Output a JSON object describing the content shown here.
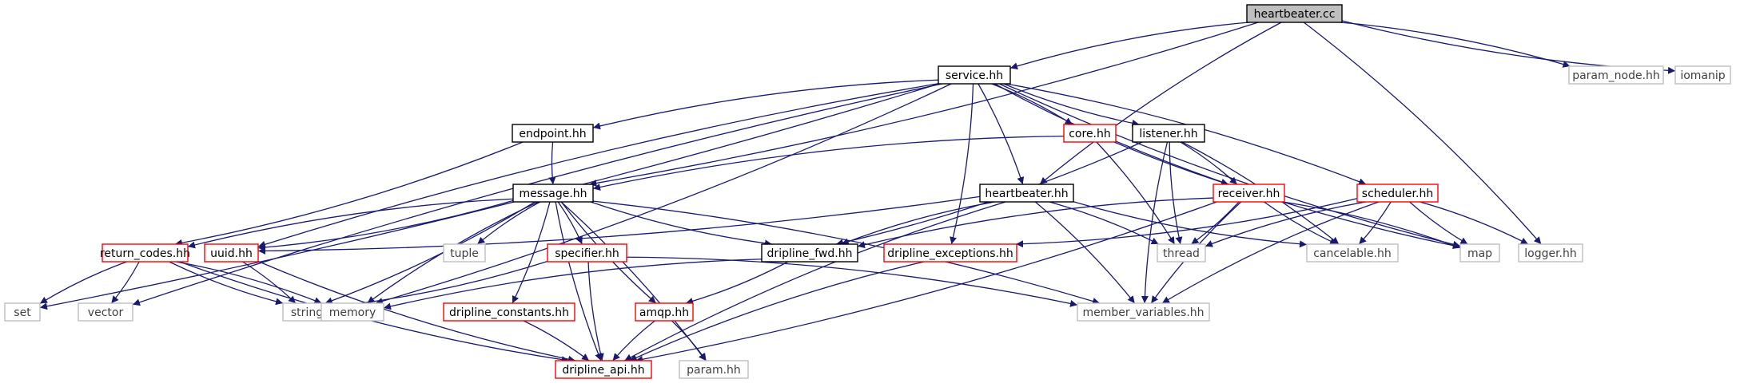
{
  "graph_title": "heartbeater.cc",
  "legend_colors": {
    "edge": "#191970",
    "root_fill": "#bfbfbf",
    "documented_border": "#000000",
    "truncated_border": "#ff0000",
    "system_border": "#bfbfbf",
    "system_text": "#3f3f3f"
  },
  "nodes": [
    {
      "id": "heartbeater_cc",
      "label": "heartbeater.cc",
      "kind": "root"
    },
    {
      "id": "service",
      "label": "service.hh",
      "kind": "documented"
    },
    {
      "id": "param_node",
      "label": "param_node.hh",
      "kind": "system"
    },
    {
      "id": "iomanip",
      "label": "iomanip",
      "kind": "system"
    },
    {
      "id": "endpoint",
      "label": "endpoint.hh",
      "kind": "documented"
    },
    {
      "id": "core",
      "label": "core.hh",
      "kind": "truncated"
    },
    {
      "id": "listener",
      "label": "listener.hh",
      "kind": "documented"
    },
    {
      "id": "message",
      "label": "message.hh",
      "kind": "documented"
    },
    {
      "id": "heartbeater_hh",
      "label": "heartbeater.hh",
      "kind": "documented"
    },
    {
      "id": "receiver",
      "label": "receiver.hh",
      "kind": "truncated"
    },
    {
      "id": "scheduler",
      "label": "scheduler.hh",
      "kind": "truncated"
    },
    {
      "id": "return_codes",
      "label": "return_codes.hh",
      "kind": "truncated"
    },
    {
      "id": "uuid",
      "label": "uuid.hh",
      "kind": "truncated"
    },
    {
      "id": "tuple",
      "label": "tuple",
      "kind": "system"
    },
    {
      "id": "specifier",
      "label": "specifier.hh",
      "kind": "truncated"
    },
    {
      "id": "dripline_fwd",
      "label": "dripline_fwd.hh",
      "kind": "documented"
    },
    {
      "id": "dripline_exceptions",
      "label": "dripline_exceptions.hh",
      "kind": "truncated"
    },
    {
      "id": "thread",
      "label": "thread",
      "kind": "system"
    },
    {
      "id": "cancelable",
      "label": "cancelable.hh",
      "kind": "system"
    },
    {
      "id": "map",
      "label": "map",
      "kind": "system"
    },
    {
      "id": "logger",
      "label": "logger.hh",
      "kind": "system"
    },
    {
      "id": "set",
      "label": "set",
      "kind": "system"
    },
    {
      "id": "vector",
      "label": "vector",
      "kind": "system"
    },
    {
      "id": "string",
      "label": "string",
      "kind": "system"
    },
    {
      "id": "memory",
      "label": "memory",
      "kind": "system"
    },
    {
      "id": "dripline_constants",
      "label": "dripline_constants.hh",
      "kind": "truncated"
    },
    {
      "id": "amqp",
      "label": "amqp.hh",
      "kind": "truncated"
    },
    {
      "id": "member_variables",
      "label": "member_variables.hh",
      "kind": "system"
    },
    {
      "id": "dripline_api",
      "label": "dripline_api.hh",
      "kind": "truncated"
    },
    {
      "id": "param",
      "label": "param.hh",
      "kind": "system"
    }
  ],
  "edges": [
    [
      "heartbeater_cc",
      "service"
    ],
    [
      "heartbeater_cc",
      "param_node"
    ],
    [
      "heartbeater_cc",
      "iomanip"
    ],
    [
      "heartbeater_cc",
      "message"
    ],
    [
      "heartbeater_cc",
      "heartbeater_hh"
    ],
    [
      "heartbeater_cc",
      "logger"
    ],
    [
      "service",
      "endpoint"
    ],
    [
      "service",
      "core"
    ],
    [
      "service",
      "listener"
    ],
    [
      "service",
      "heartbeater_hh"
    ],
    [
      "service",
      "receiver"
    ],
    [
      "service",
      "scheduler"
    ],
    [
      "service",
      "uuid"
    ],
    [
      "service",
      "dripline_exceptions"
    ],
    [
      "service",
      "map"
    ],
    [
      "service",
      "set"
    ],
    [
      "service",
      "vector"
    ],
    [
      "service",
      "memory"
    ],
    [
      "endpoint",
      "message"
    ],
    [
      "endpoint",
      "return_codes"
    ],
    [
      "core",
      "message"
    ],
    [
      "core",
      "thread"
    ],
    [
      "core",
      "map"
    ],
    [
      "listener",
      "receiver"
    ],
    [
      "listener",
      "thread"
    ],
    [
      "listener",
      "cancelable"
    ],
    [
      "listener",
      "member_variables"
    ],
    [
      "listener",
      "dripline_fwd"
    ],
    [
      "message",
      "return_codes"
    ],
    [
      "message",
      "uuid"
    ],
    [
      "message",
      "tuple"
    ],
    [
      "message",
      "specifier"
    ],
    [
      "message",
      "dripline_fwd"
    ],
    [
      "message",
      "dripline_constants"
    ],
    [
      "message",
      "amqp"
    ],
    [
      "message",
      "string"
    ],
    [
      "message",
      "memory"
    ],
    [
      "message",
      "member_variables"
    ],
    [
      "message",
      "dripline_api"
    ],
    [
      "message",
      "param"
    ],
    [
      "heartbeater_hh",
      "dripline_fwd"
    ],
    [
      "heartbeater_hh",
      "thread"
    ],
    [
      "heartbeater_hh",
      "cancelable"
    ],
    [
      "heartbeater_hh",
      "member_variables"
    ],
    [
      "heartbeater_hh",
      "dripline_api"
    ],
    [
      "heartbeater_hh",
      "uuid"
    ],
    [
      "receiver",
      "dripline_fwd"
    ],
    [
      "receiver",
      "thread"
    ],
    [
      "receiver",
      "cancelable"
    ],
    [
      "receiver",
      "map"
    ],
    [
      "receiver",
      "member_variables"
    ],
    [
      "receiver",
      "dripline_api"
    ],
    [
      "scheduler",
      "thread"
    ],
    [
      "scheduler",
      "cancelable"
    ],
    [
      "scheduler",
      "map"
    ],
    [
      "scheduler",
      "logger"
    ],
    [
      "scheduler",
      "member_variables"
    ],
    [
      "scheduler",
      "dripline_exceptions"
    ],
    [
      "return_codes",
      "set"
    ],
    [
      "return_codes",
      "vector"
    ],
    [
      "return_codes",
      "string"
    ],
    [
      "return_codes",
      "memory"
    ],
    [
      "return_codes",
      "dripline_api"
    ],
    [
      "uuid",
      "string"
    ],
    [
      "uuid",
      "dripline_api"
    ],
    [
      "specifier",
      "string"
    ],
    [
      "specifier",
      "dripline_api"
    ],
    [
      "specifier",
      "member_variables"
    ],
    [
      "dripline_fwd",
      "memory"
    ],
    [
      "dripline_fwd",
      "amqp"
    ],
    [
      "dripline_exceptions",
      "dripline_api"
    ],
    [
      "dripline_constants",
      "dripline_api"
    ],
    [
      "amqp",
      "dripline_api"
    ],
    [
      "amqp",
      "param"
    ]
  ]
}
